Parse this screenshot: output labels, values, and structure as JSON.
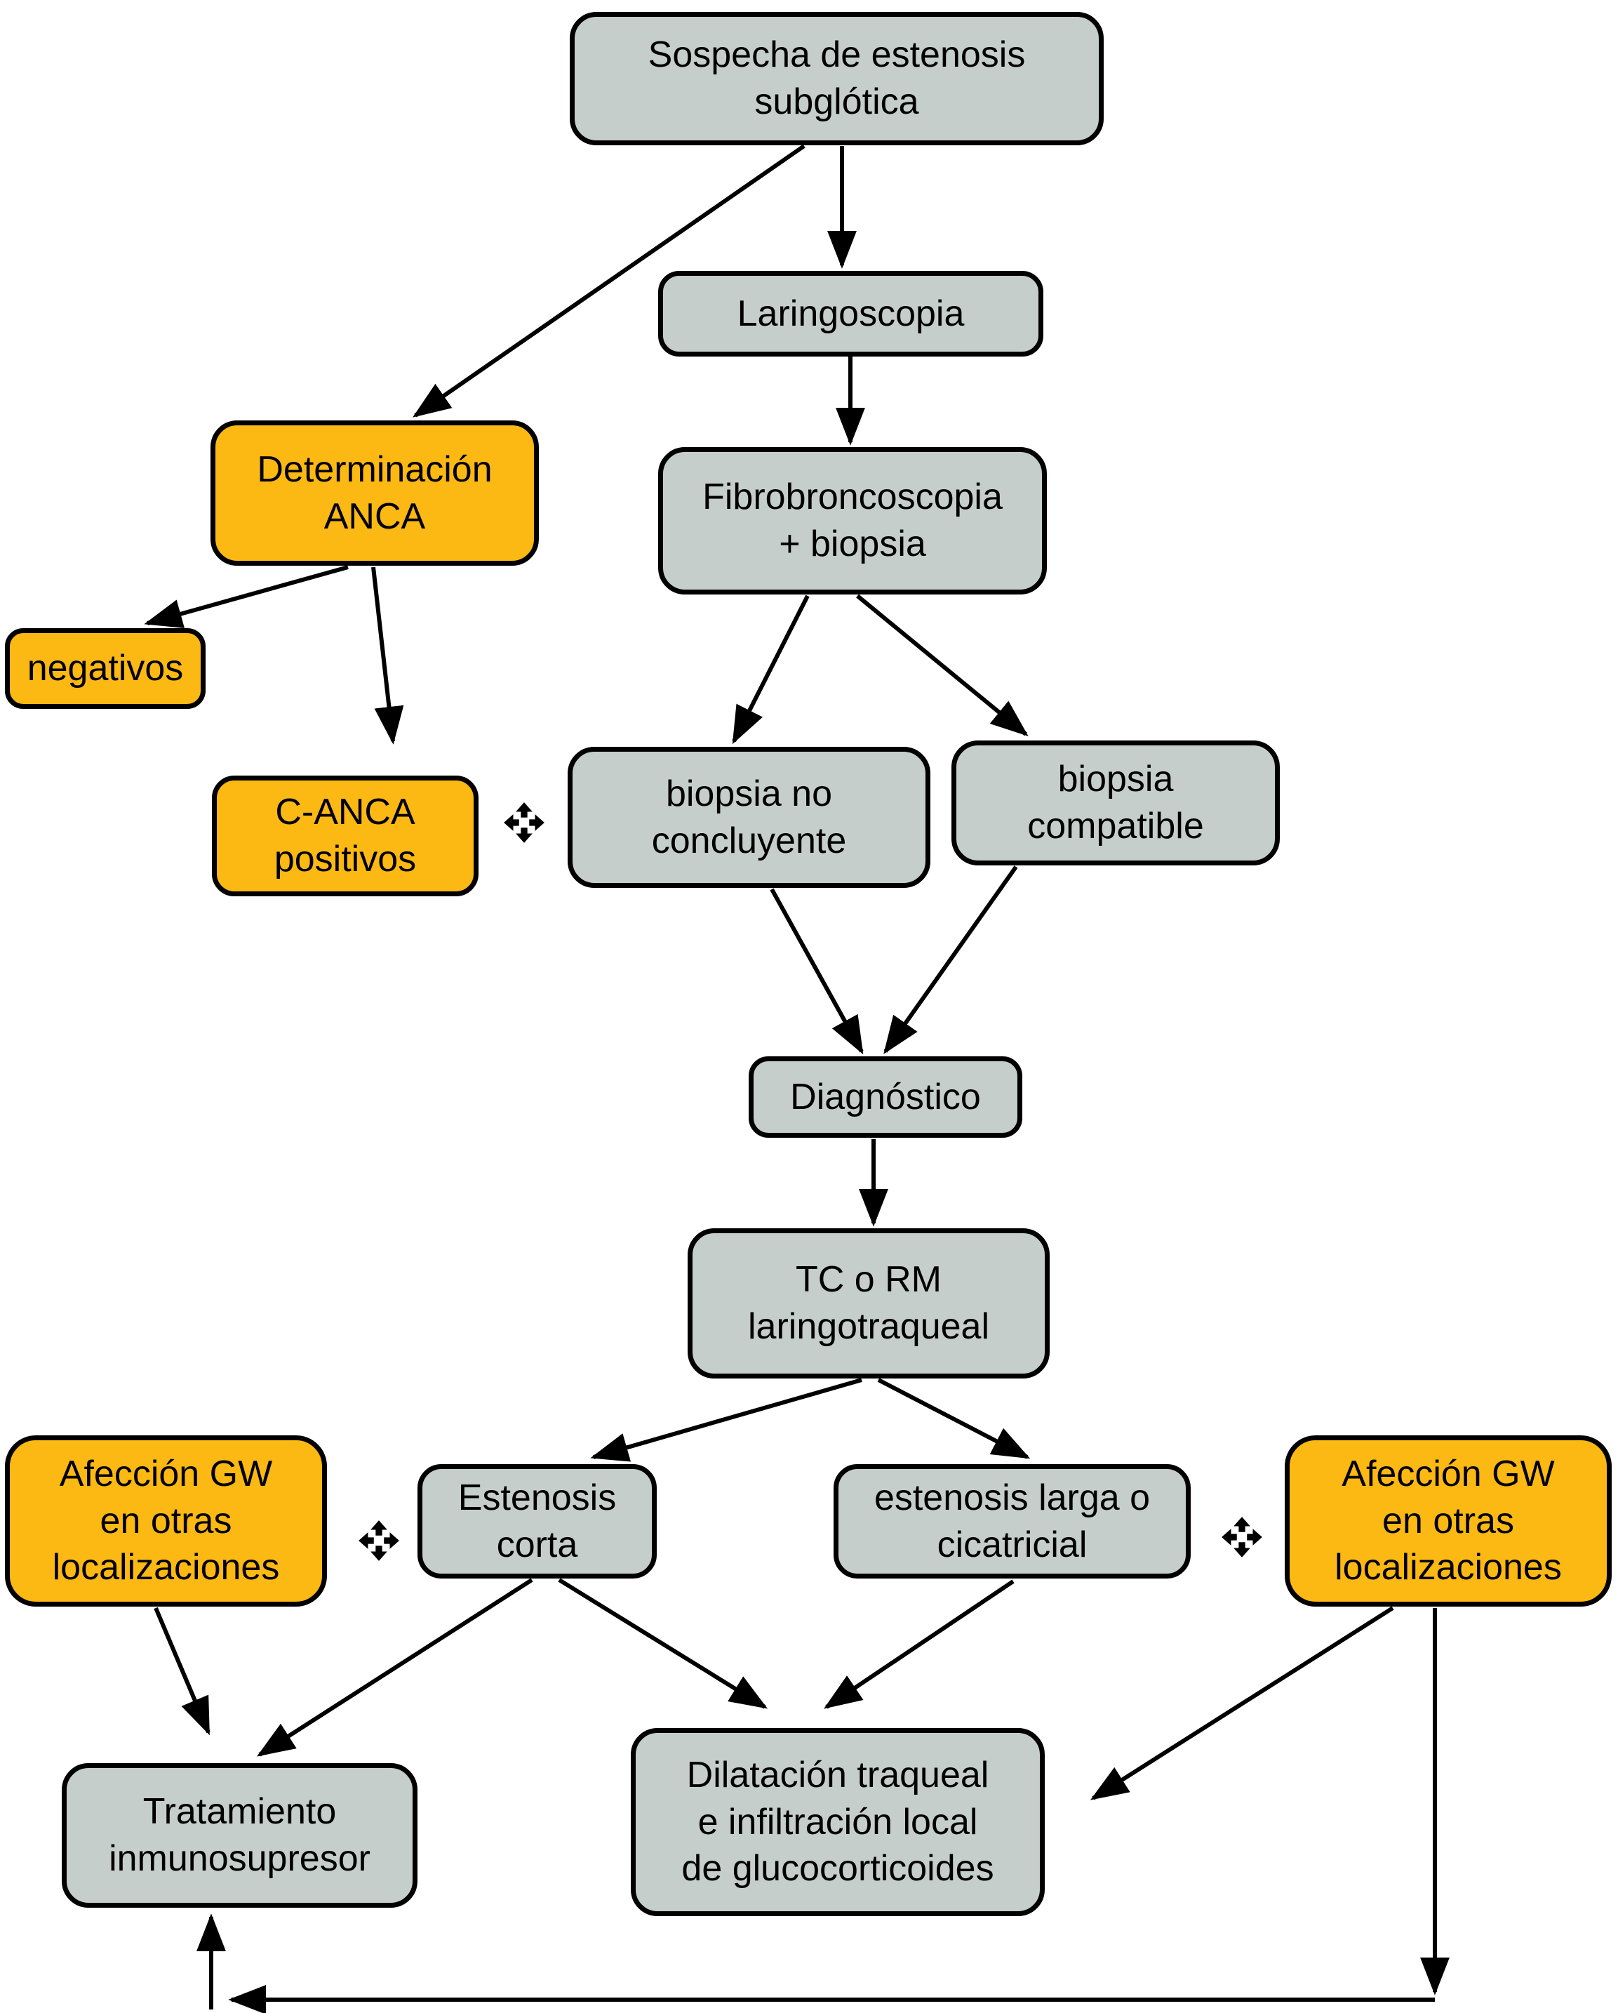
{
  "figure": {
    "type": "flowchart",
    "language": "es",
    "background_color": "#ffffff",
    "line_color": "#000000",
    "node_border_color": "#000000",
    "gray_fill": "#c5cecb",
    "orange_fill": "#fcb813"
  },
  "nodes": {
    "sospecha": {
      "label": "Sospecha de estenosis\nsubglótica",
      "fill": "gray"
    },
    "laringoscopia": {
      "label": "Laringoscopia",
      "fill": "gray"
    },
    "det_anca": {
      "label": "Determinación\nANCA",
      "fill": "orange"
    },
    "fibro": {
      "label": "Fibrobroncoscopia\n+  biopsia",
      "fill": "gray"
    },
    "negativos": {
      "label": "negativos",
      "fill": "orange"
    },
    "c_anca": {
      "label": "C-ANCA\npositivos",
      "fill": "orange"
    },
    "biopsia_no": {
      "label": "biopsia no\nconcluyente",
      "fill": "gray"
    },
    "biopsia_comp": {
      "label": "biopsia\ncompatible",
      "fill": "gray"
    },
    "diagnostico": {
      "label": "Diagnóstico",
      "fill": "gray"
    },
    "tc_rm": {
      "label": "TC o RM\nlaringotraqueal",
      "fill": "gray"
    },
    "gw_left": {
      "label": "Afección GW\nen otras\nlocalizaciones",
      "fill": "orange"
    },
    "est_corta": {
      "label": "Estenosis\ncorta",
      "fill": "gray"
    },
    "est_larga": {
      "label": "estenosis larga o\ncicatricial",
      "fill": "gray"
    },
    "gw_right": {
      "label": "Afección GW\nen otras\nlocalizaciones",
      "fill": "orange"
    },
    "tratamiento": {
      "label": "Tratamiento\ninmunosupresor",
      "fill": "gray"
    },
    "dilatacion": {
      "label": "Dilatación traqueal\ne infiltración local\nde glucocorticoides",
      "fill": "gray"
    }
  },
  "edges": [
    {
      "from": "sospecha",
      "to": "det_anca"
    },
    {
      "from": "sospecha",
      "to": "laringoscopia"
    },
    {
      "from": "laringoscopia",
      "to": "fibro"
    },
    {
      "from": "fibro",
      "to": "biopsia_no"
    },
    {
      "from": "fibro",
      "to": "biopsia_comp"
    },
    {
      "from": "det_anca",
      "to": "negativos"
    },
    {
      "from": "det_anca",
      "to": "c_anca"
    },
    {
      "from": "biopsia_no",
      "to": "diagnostico"
    },
    {
      "from": "biopsia_comp",
      "to": "diagnostico"
    },
    {
      "from": "diagnostico",
      "to": "tc_rm"
    },
    {
      "from": "tc_rm",
      "to": "est_corta"
    },
    {
      "from": "tc_rm",
      "to": "est_larga"
    },
    {
      "from": "gw_left",
      "to": "tratamiento"
    },
    {
      "from": "est_corta",
      "to": "tratamiento"
    },
    {
      "from": "est_corta",
      "to": "dilatacion"
    },
    {
      "from": "est_larga",
      "to": "dilatacion"
    },
    {
      "from": "gw_right",
      "to": "dilatacion"
    },
    {
      "from": "gw_right",
      "to": "tratamiento"
    }
  ],
  "footnote_markers": [
    {
      "icon": "four-way-arrow-icon",
      "between": [
        "c_anca",
        "biopsia_no"
      ]
    },
    {
      "icon": "four-way-arrow-icon",
      "between": [
        "gw_left",
        "est_corta"
      ]
    },
    {
      "icon": "four-way-arrow-icon",
      "between": [
        "est_larga",
        "gw_right"
      ]
    }
  ]
}
